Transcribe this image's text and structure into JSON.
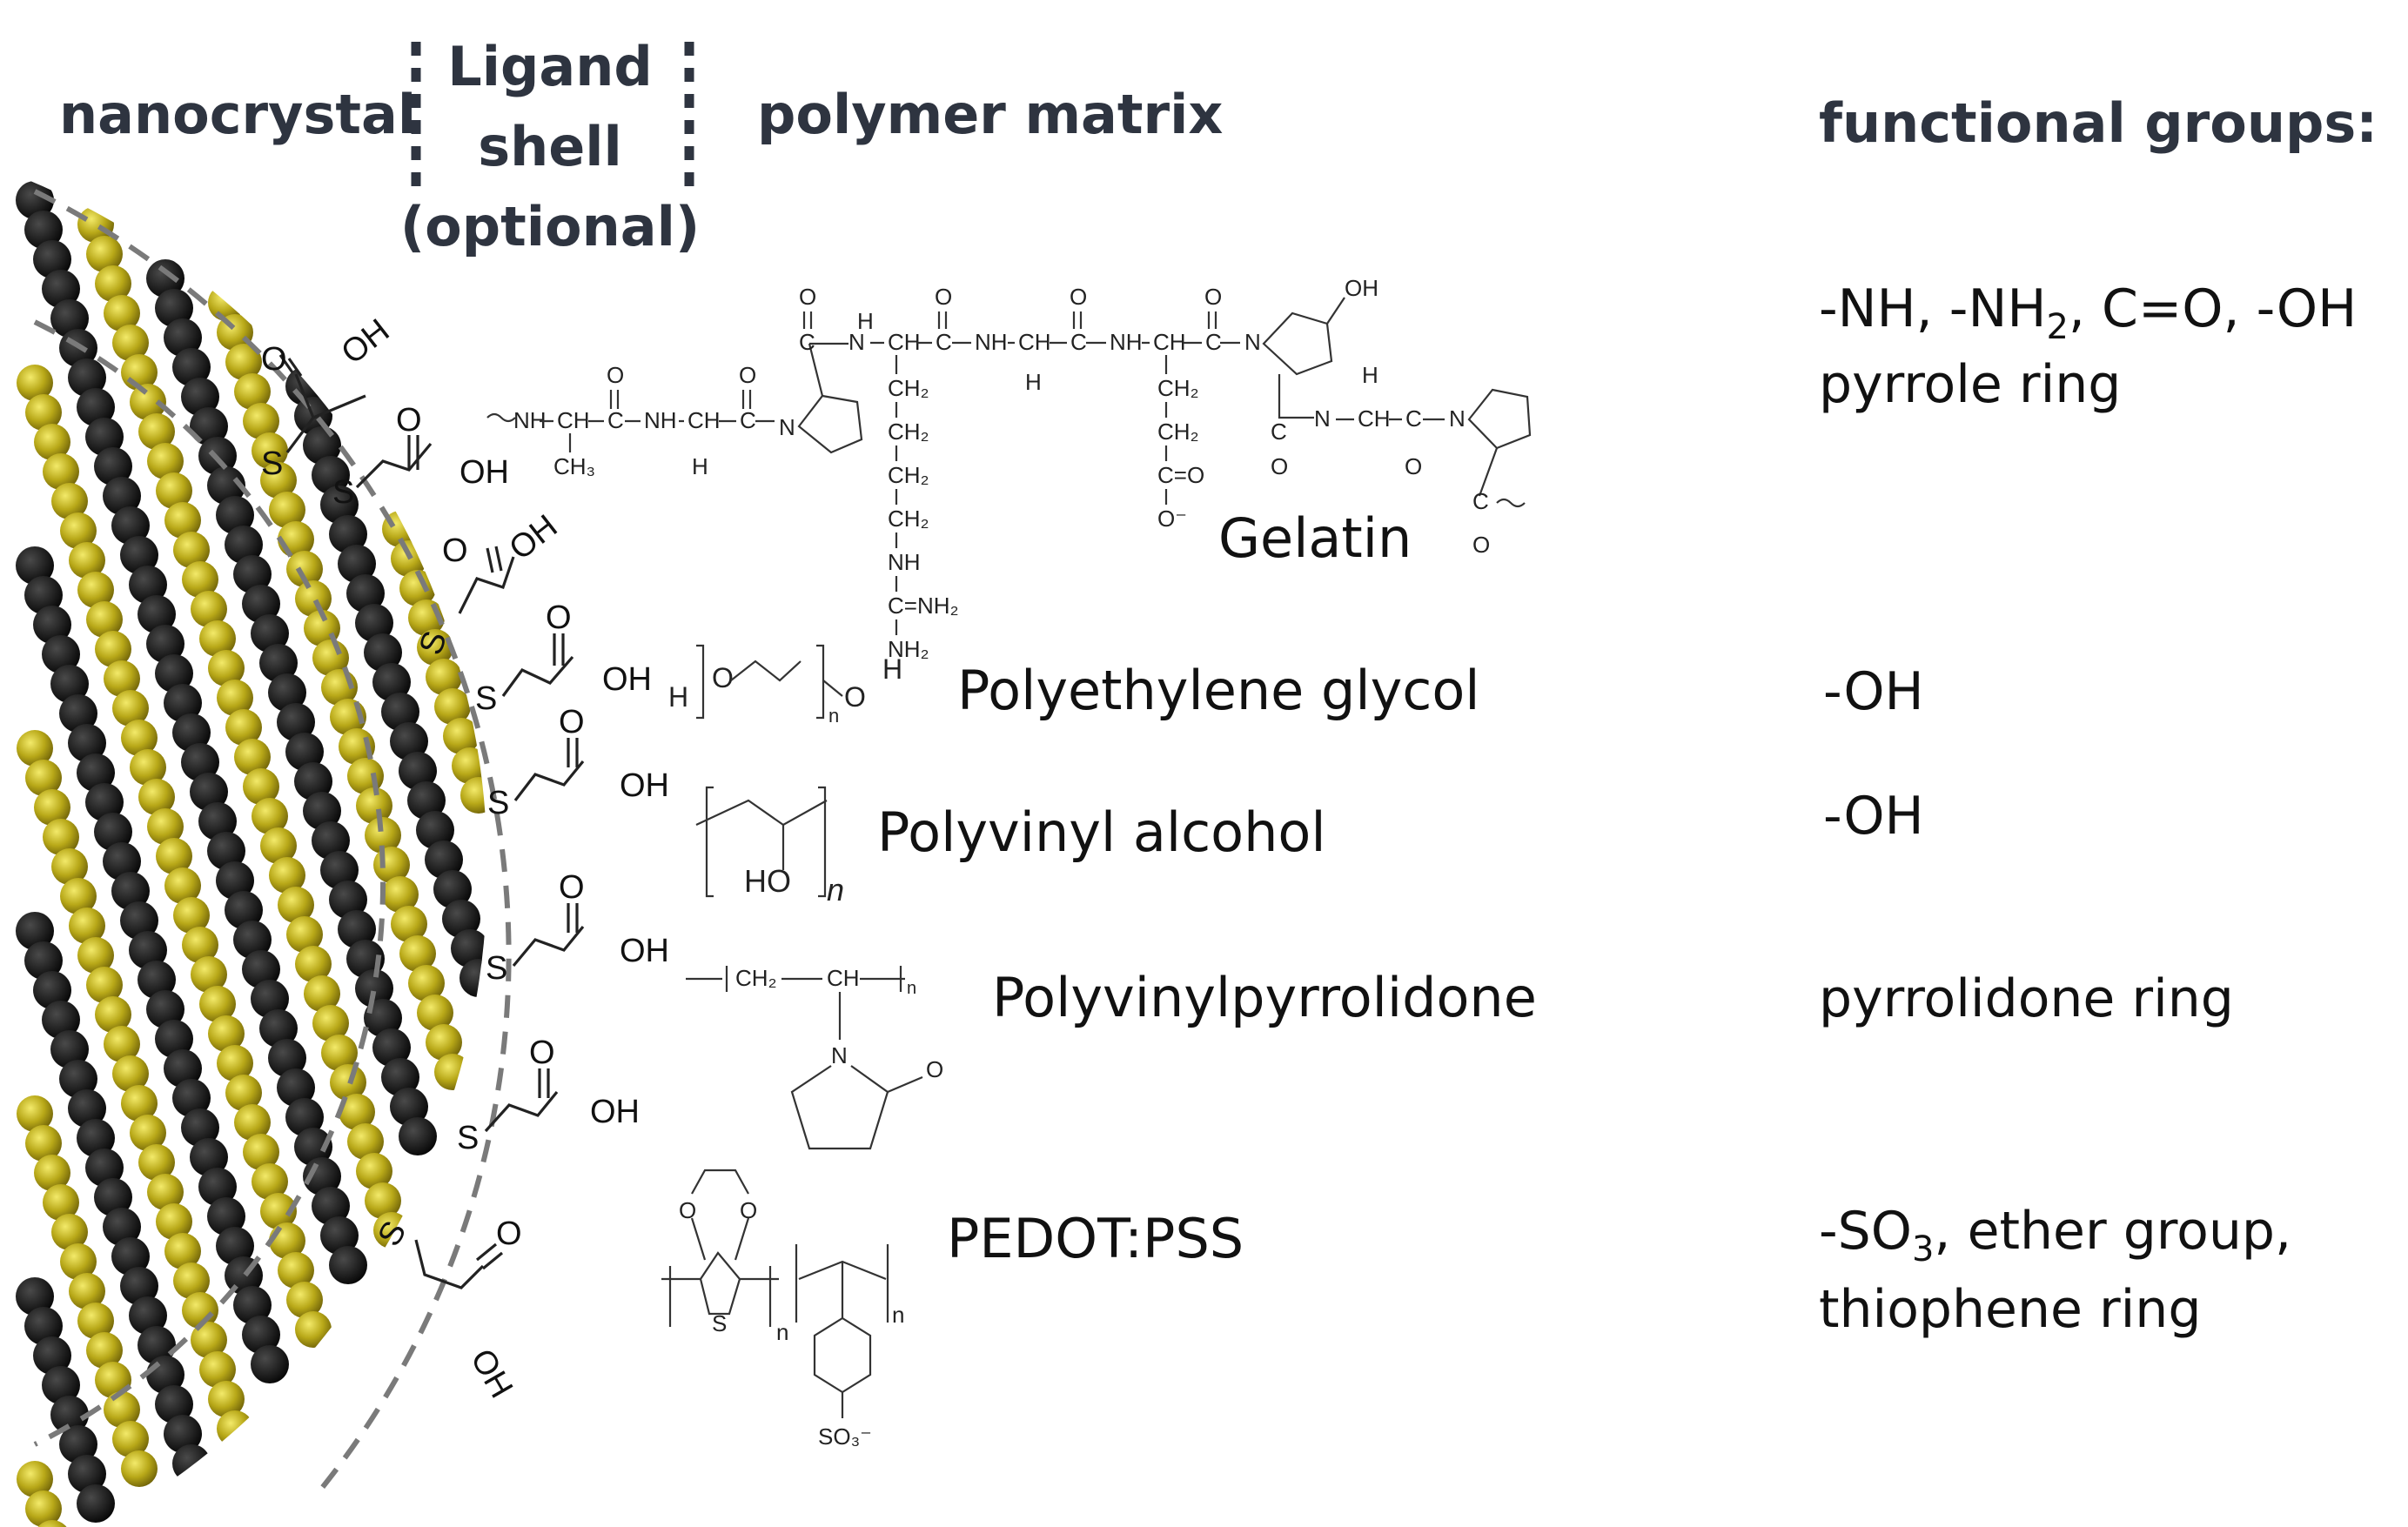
{
  "headers": {
    "nanocrystal": "nanocrystal",
    "ligand_line1": "Ligand",
    "ligand_line2": "shell",
    "ligand_line3": "(optional)",
    "polymer_matrix": "polymer matrix",
    "functional_groups": "functional groups:"
  },
  "polymers": [
    {
      "name": "Gelatin",
      "groups_line1": "-NH, -NH",
      "groups_sub": "2",
      "groups_line1b": ", C=O, -OH",
      "groups_line2": "pyrrole ring"
    },
    {
      "name": "Polyethylene glycol",
      "groups": "-OH"
    },
    {
      "name": "Polyvinyl alcohol",
      "groups": "-OH"
    },
    {
      "name": "Polyvinylpyrrolidone",
      "groups": "pyrrolidone ring"
    },
    {
      "name": "PEDOT:PSS",
      "groups_line1a": "-SO",
      "groups_sub": "3",
      "groups_line1b": ", ether group,",
      "groups_line2": "thiophene ring"
    }
  ],
  "ligand": {
    "sulfur": "S",
    "carbonyl_o": "O",
    "hydroxyl": "OH"
  },
  "structure_text": {
    "nh": "NH",
    "n": "N",
    "h": "H",
    "o": "O",
    "oh": "OH",
    "ch": "CH",
    "ch2": "CH₂",
    "ch3": "CH₃",
    "c": "C",
    "nh2": "NH₂",
    "eq_nh2": "C=NH₂",
    "o_minus": "O⁻",
    "c_eq_o": "C=O",
    "peg_h1": "H",
    "peg_o": "O",
    "peg_h2": "H",
    "sub_n": "n",
    "pva_ho": "HO",
    "pvp_ch2": "CH₂",
    "pvp_ch": "CH",
    "pvp_n": "N",
    "pvp_o": "O",
    "pedot_s": "S",
    "pedot_o": "O",
    "pss_so3": "SO₃⁻"
  },
  "colors": {
    "header": "#2e3440",
    "particle_gold": "#b8a818",
    "particle_dark": "#111111",
    "dash": "#7a7a7a"
  }
}
